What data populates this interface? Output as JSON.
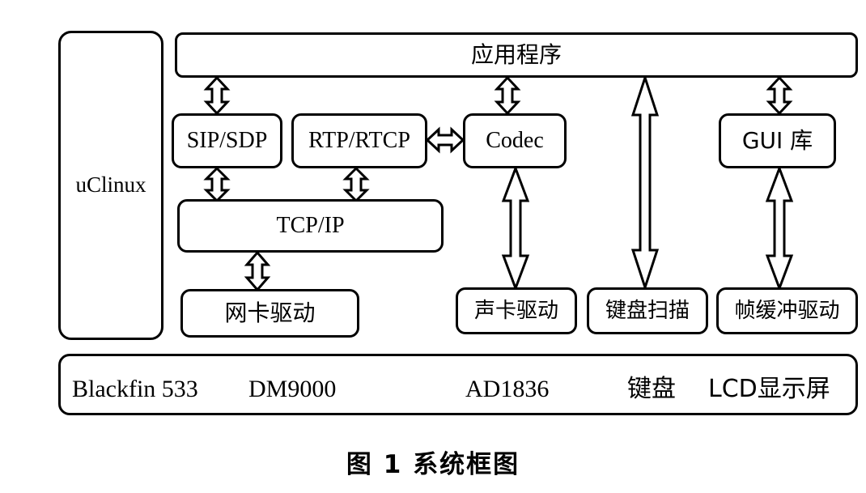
{
  "figure": {
    "caption": "图 1  系统框图",
    "caption_label": "图 1",
    "caption_title": "系统框图"
  },
  "os_layer": {
    "label": "uClinux"
  },
  "application_layer": {
    "label": "应用程序"
  },
  "middleware": [
    {
      "id": "sip",
      "label": "SIP/SDP"
    },
    {
      "id": "rtp",
      "label": "RTP/RTCP"
    },
    {
      "id": "codec",
      "label": "Codec"
    },
    {
      "id": "gui",
      "label": "GUI 库"
    }
  ],
  "protocol_stack": {
    "label": "TCP/IP"
  },
  "drivers": [
    {
      "id": "nic",
      "label": "网卡驱动"
    },
    {
      "id": "sound",
      "label": "声卡驱动"
    },
    {
      "id": "keyboard",
      "label": "键盘扫描"
    },
    {
      "id": "framebuffer",
      "label": "帧缓冲驱动"
    }
  ],
  "hardware": {
    "items": [
      {
        "id": "cpu",
        "label": "Blackfin 533"
      },
      {
        "id": "ethernet",
        "label": "DM9000"
      },
      {
        "id": "audio_codec",
        "label": "AD1836"
      },
      {
        "id": "keypad",
        "label": "键盘"
      },
      {
        "id": "display",
        "label": "LCD显示屏"
      }
    ]
  },
  "connections": [
    {
      "id": "app-sip",
      "from": "应用程序",
      "to": "SIP/SDP",
      "type": "bidirectional"
    },
    {
      "id": "app-codec",
      "from": "应用程序",
      "to": "Codec",
      "type": "bidirectional"
    },
    {
      "id": "app-keyboard",
      "from": "应用程序",
      "to": "键盘扫描",
      "type": "bidirectional"
    },
    {
      "id": "app-gui",
      "from": "应用程序",
      "to": "GUI 库",
      "type": "bidirectional"
    },
    {
      "id": "sip-tcp",
      "from": "SIP/SDP",
      "to": "TCP/IP",
      "type": "bidirectional"
    },
    {
      "id": "rtp-tcp",
      "from": "RTP/RTCP",
      "to": "TCP/IP",
      "type": "bidirectional"
    },
    {
      "id": "rtp-codec",
      "from": "RTP/RTCP",
      "to": "Codec",
      "type": "bidirectional"
    },
    {
      "id": "tcp-nic",
      "from": "TCP/IP",
      "to": "网卡驱动",
      "type": "bidirectional"
    },
    {
      "id": "codec-sound",
      "from": "Codec",
      "to": "声卡驱动",
      "type": "bidirectional"
    },
    {
      "id": "gui-framebuffer",
      "from": "GUI 库",
      "to": "帧缓冲驱动",
      "type": "bidirectional"
    }
  ],
  "colors": {
    "stroke": "#000000",
    "fill": "#ffffff"
  }
}
